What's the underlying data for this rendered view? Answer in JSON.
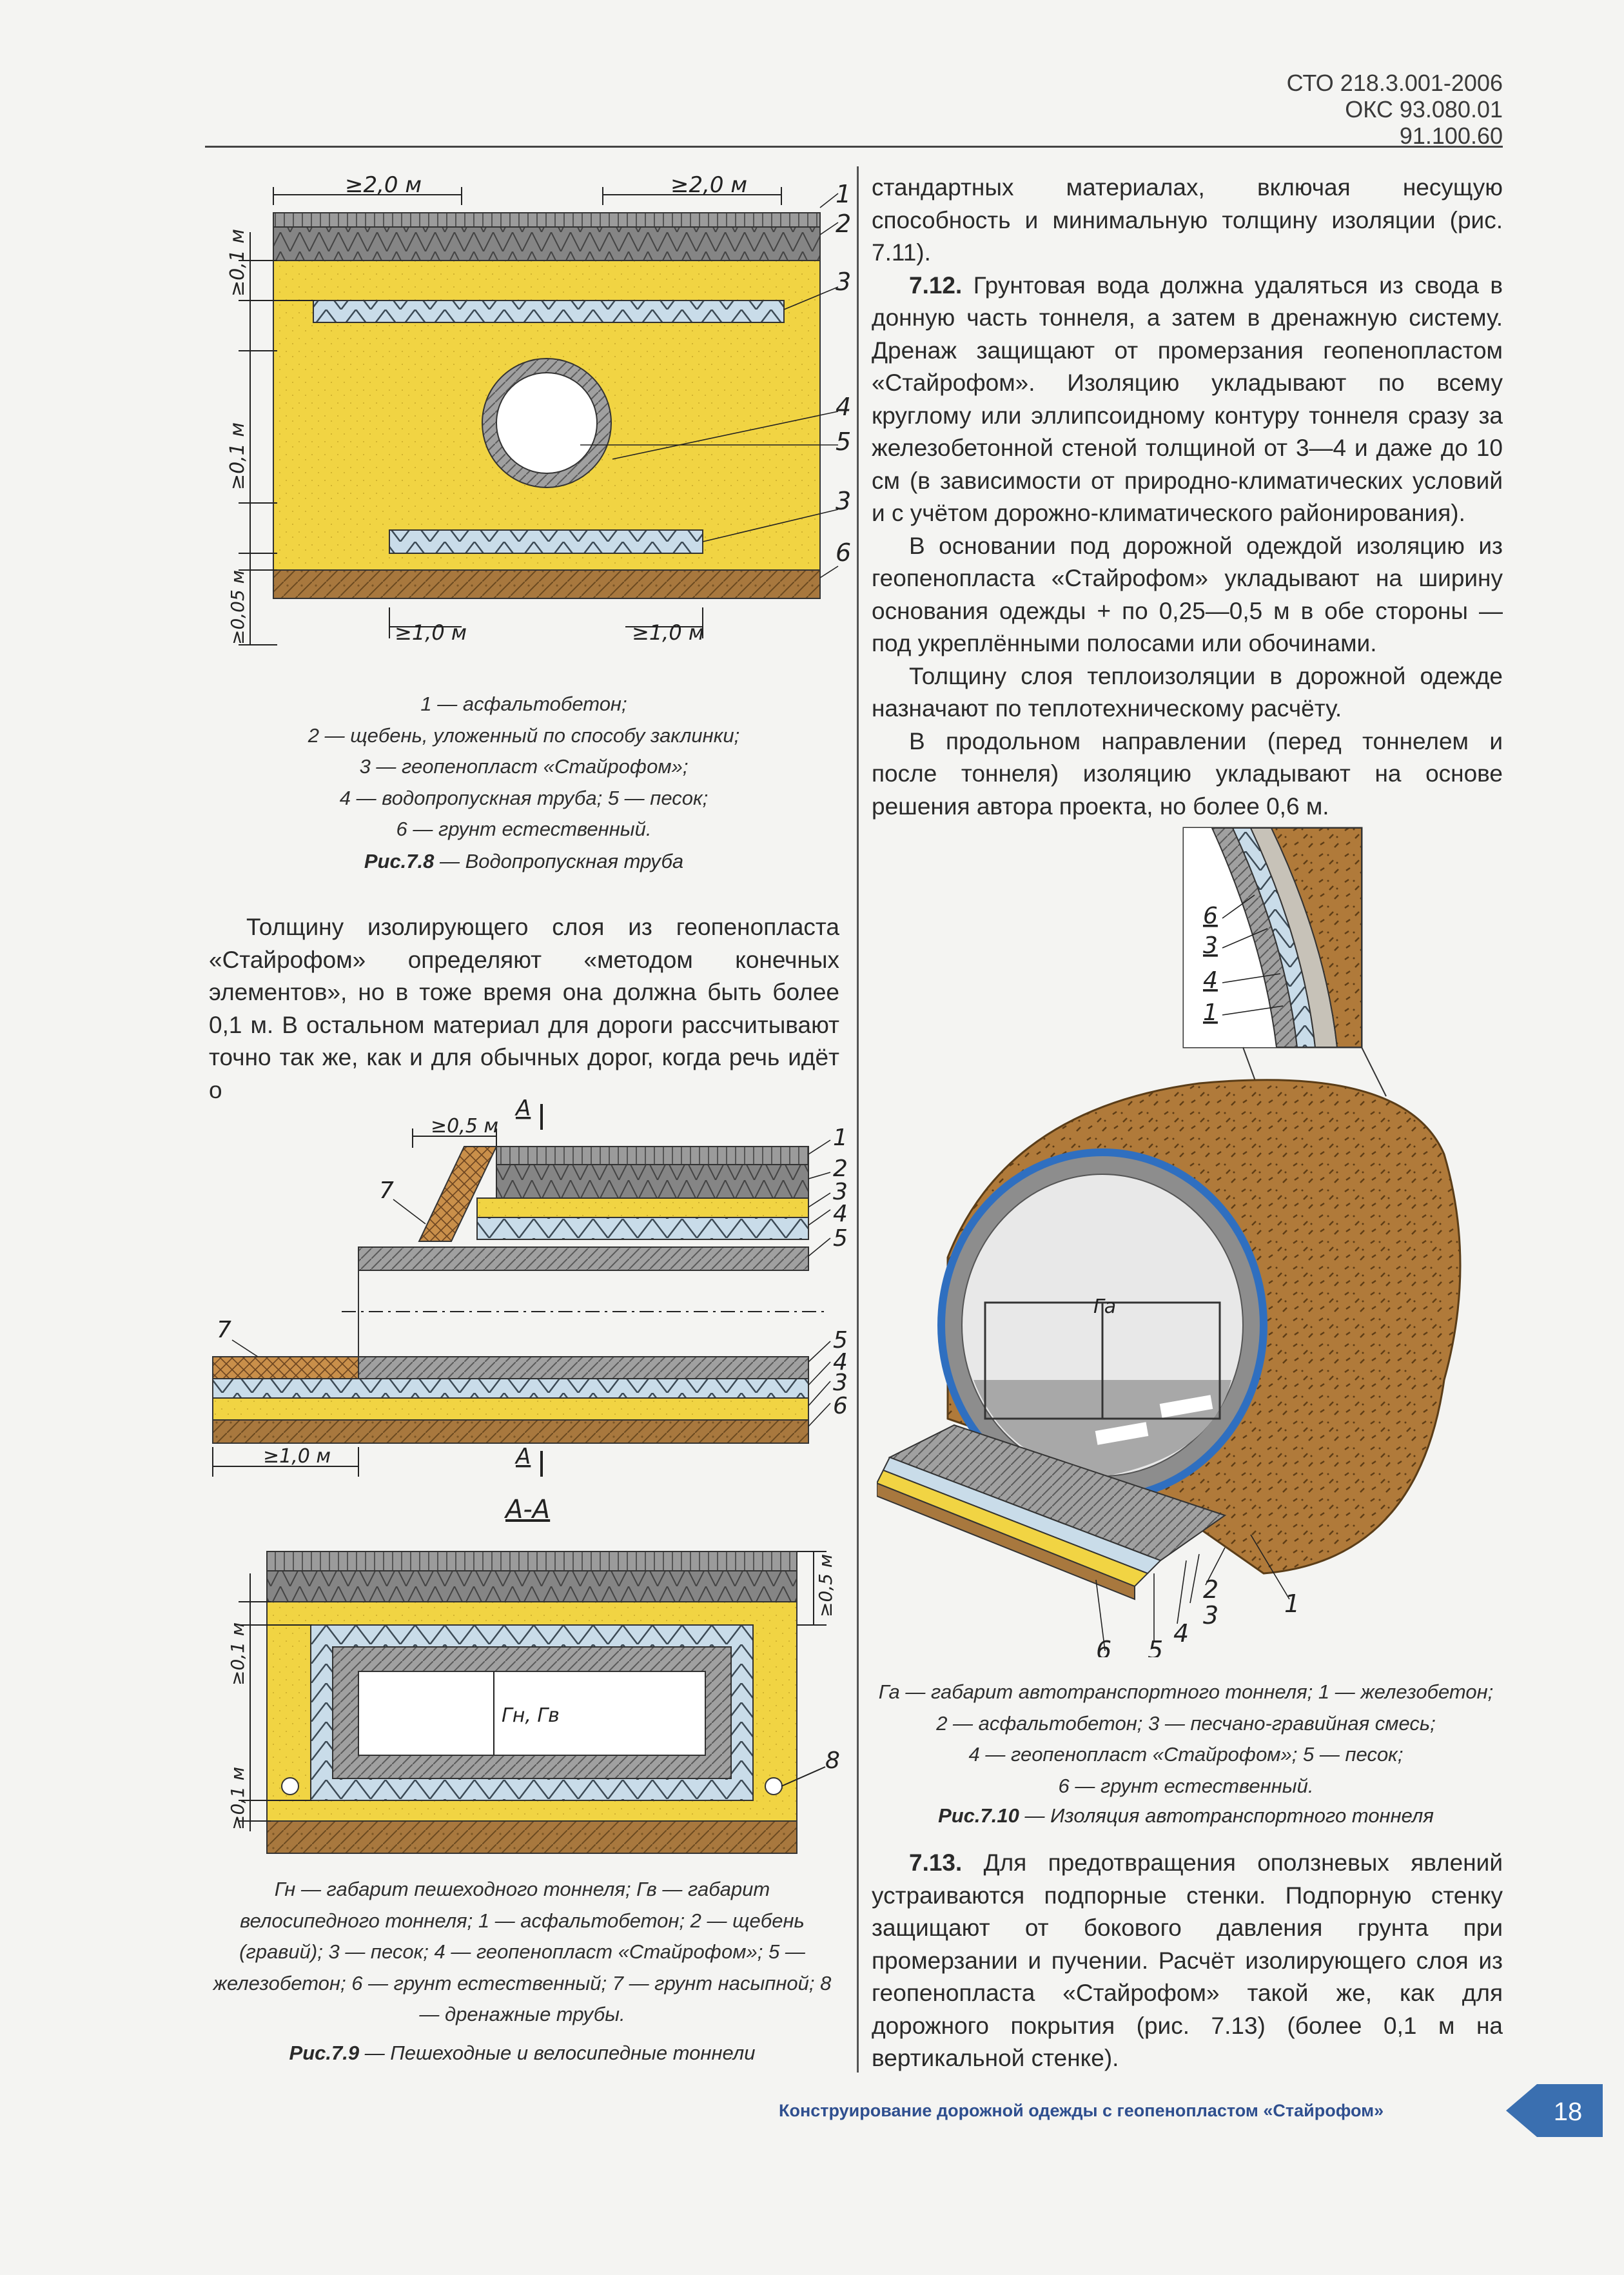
{
  "header": {
    "line1": "СТО 218.3.001-2006",
    "line2": "ОКС 93.080.01",
    "line3": "91.100.60"
  },
  "colors": {
    "asphalt": "#9a9a9a",
    "sand": "#f1d443",
    "foam": "#c8dcea",
    "soil": "#a8783e",
    "concrete": "#9c9c9c",
    "tunnel_ring": "#2f6fc0",
    "footer": "#2f4f8f"
  },
  "fig78": {
    "dims": {
      "top_left": "≥2,0 м",
      "top_right": "≥2,0 м",
      "side_top": "≥0,1 м",
      "side_mid": "≥0,1 м",
      "side_bottom": "≥0,05 м",
      "bottom_left": "≥1,0 м",
      "bottom_right": "≥1,0 м"
    },
    "labels": [
      "1",
      "2",
      "3",
      "4",
      "5",
      "3",
      "6"
    ],
    "caption": [
      "1 — асфальтобетон;",
      "2 — щебень, уложенный по способу заклинки;",
      "3 — геопенопласт «Стайрофом»;",
      "4 — водопропускная труба; 5 — песок;",
      "6 — грунт естественный."
    ],
    "title_num": "Рис.7.8",
    "title_text": " — Водопропускная труба"
  },
  "left_text": "Толщину изолирующего слоя из геопенопласта «Стайрофом» определяют «методом конечных элементов», но в тоже время она должна быть более 0,1 м. В остальном материал для дороги рассчитывают точно так же, как и для обычных дорог, когда речь идёт о",
  "fig79": {
    "dims": {
      "top": "≥0,5 м",
      "bottom": "≥1,0 м",
      "right": "≥0,5 м",
      "side_top": "≥0,1 м",
      "side_bottom": "≥0,1 м"
    },
    "section_mark": "А",
    "section_title": "А-А",
    "labels_top": [
      "1",
      "2",
      "3",
      "4",
      "5"
    ],
    "labels_mid": [
      "5",
      "4",
      "3",
      "6"
    ],
    "label7": "7",
    "label8": "8",
    "gauge": "Гн, Гв",
    "caption": "Гн — габарит пешеходного тоннеля; Гв — габарит велосипедного тоннеля; 1 — асфальтобетон; 2 — щебень (гравий); 3 — песок; 4 — геопенопласт «Стайрофом»; 5 — железобетон; 6 — грунт естественный; 7 — грунт насыпной; 8 — дренажные трубы.",
    "title_num": "Рис.7.9",
    "title_text": " — Пешеходные и велосипедные тоннели"
  },
  "right_top_text": "стандартных материалах, включая несущую способность и минимальную толщину изоляции (рис. 7.11).",
  "sec712": {
    "num": "7.12.",
    "p1": " Грунтовая вода должна удаляться из свода в донную часть тоннеля, а затем в дренажную систему. Дренаж защищают от промерзания геопенопластом «Стайрофом». Изоляцию укладывают по всему круглому или эллипсоидному контуру тоннеля сразу за железобетонной стеной толщиной от 3—4 и даже до 10 см (в зависимости от природно-климатических условий и с учётом дорожно-климатического районирования).",
    "p2": "В основании под дорожной одеждой изоляцию из геопенопласта «Стайрофом» укладывают на ширину основания одежды + по 0,25—0,5 м в обе стороны — под укреплёнными полосами или обочинами.",
    "p3": "Толщину слоя теплоизоляции в дорожной одежде назначают по теплотехническому расчёту.",
    "p4": "В продольном направлении (перед тоннелем и после тоннеля) изоляцию укладывают на основе решения автора проекта, но более 0,6 м."
  },
  "fig710": {
    "inset_labels": [
      "6",
      "3",
      "4",
      "1"
    ],
    "gauge": "Га",
    "labels": [
      "1",
      "2",
      "3",
      "4",
      "5",
      "6"
    ],
    "caption": [
      "Га — габарит автотранспортного тоннеля; 1 — железобетон;",
      "2 — асфальтобетон; 3 — песчано-гравийная смесь;",
      "4 — геопенопласт «Стайрофом»; 5 — песок;",
      "6 — грунт естественный."
    ],
    "title_num": "Рис.7.10",
    "title_text": " — Изоляция автотранспортного тоннеля"
  },
  "sec713": {
    "num": "7.13.",
    "text": " Для предотвращения оползневых явлений устраиваются подпорные стенки. Подпорную стенку защищают от бокового давления грунта при промерзании и пучении. Расчёт изолирующего слоя из геопенопласта «Стайрофом» такой же, как для дорожного покрытия (рис. 7.13) (более 0,1 м на вертикальной стенке)."
  },
  "footer": {
    "text": "Конструирование дорожной одежды с геопенопластом «Стайрофом»",
    "page": "18"
  }
}
